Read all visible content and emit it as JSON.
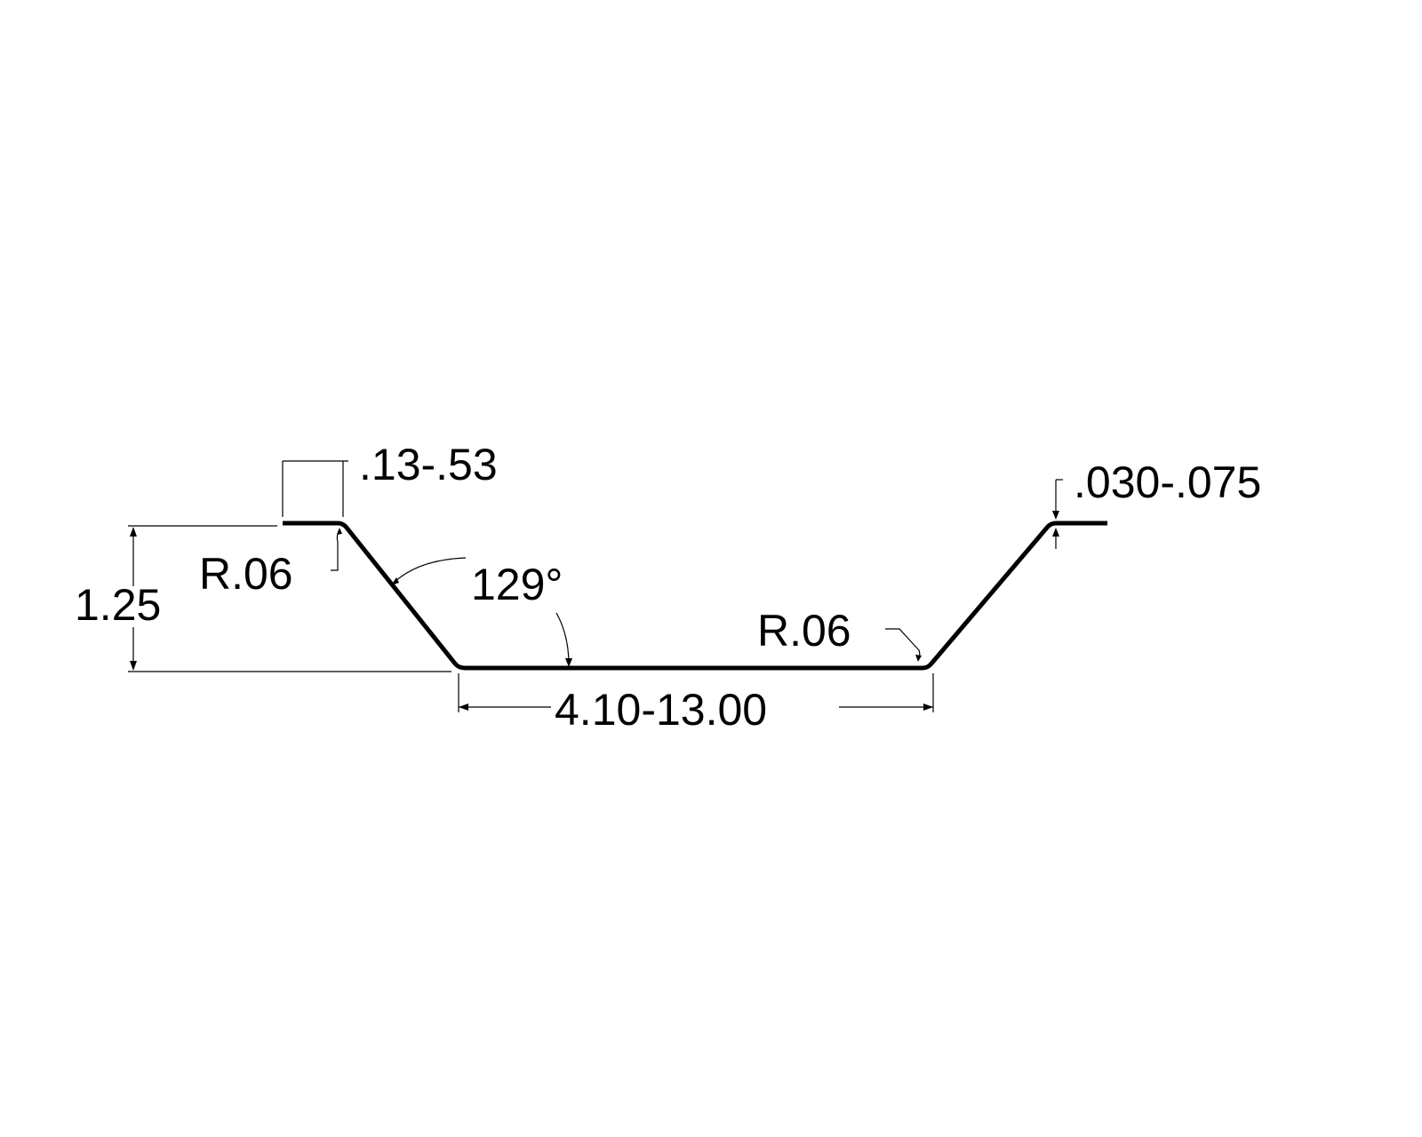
{
  "drawing": {
    "dimensions": {
      "flange_width": ".13-.53",
      "thickness": ".030-.075",
      "radius_top": "R.06",
      "radius_bottom": "R.06",
      "height": "1.25",
      "angle": "129°",
      "bottom_width": "4.10-13.00"
    },
    "colors": {
      "line": "#000000",
      "background": "#ffffff"
    }
  }
}
